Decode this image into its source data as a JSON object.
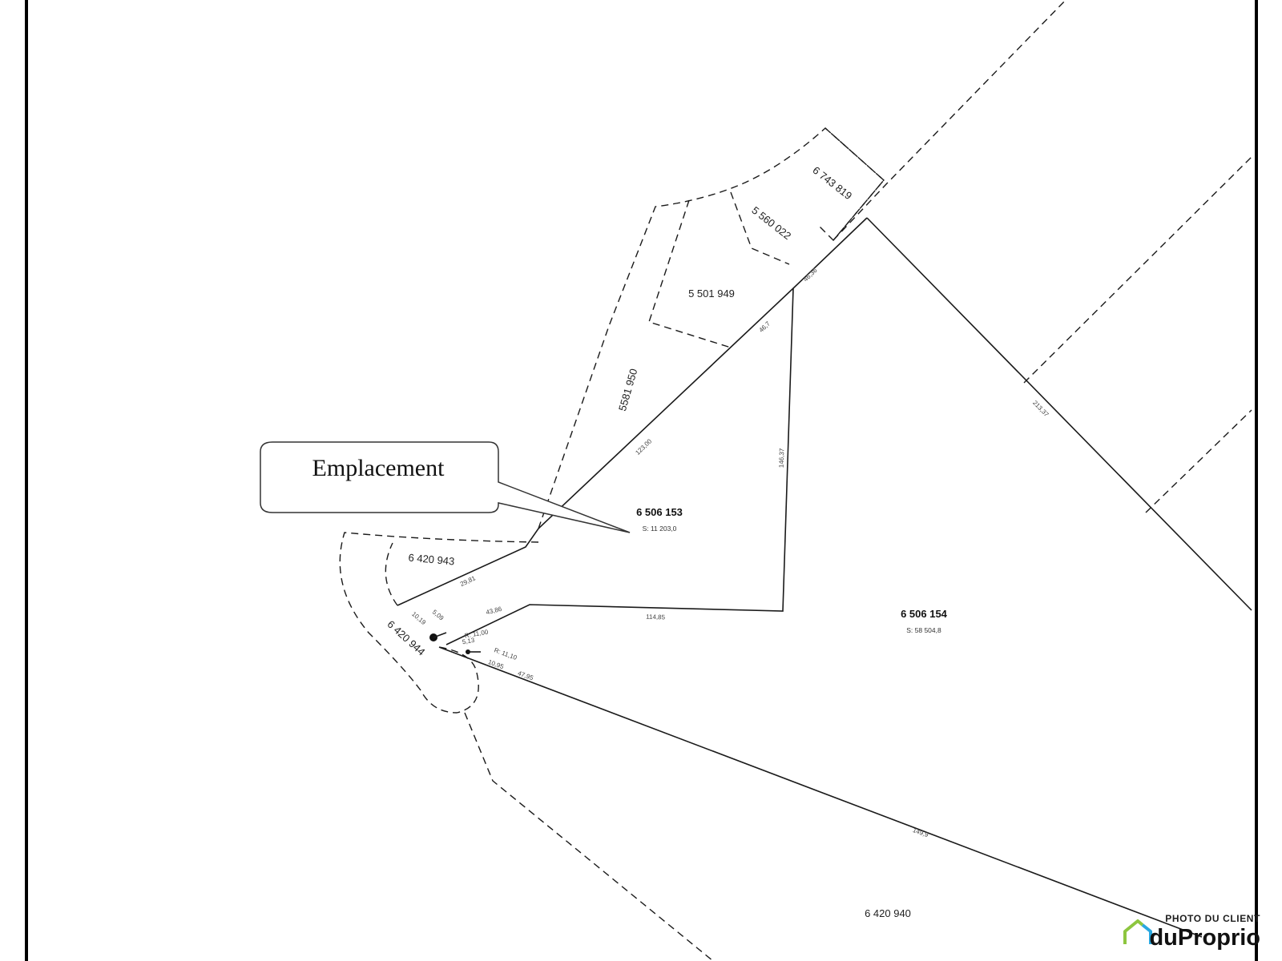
{
  "callout": {
    "text": "Emplacement"
  },
  "lots": {
    "lot_6506153": {
      "number": "6 506 153",
      "area": "S: 11 203,0"
    },
    "lot_6506154": {
      "number": "6 506 154",
      "area": "S: 58 504,8"
    },
    "lot_6420940": {
      "number": "6 420 940"
    },
    "lot_6420943": {
      "number": "6 420 943"
    },
    "lot_6420944": {
      "number": "6 420 944"
    },
    "lot_5581950": {
      "number": "5581 950"
    },
    "lot_5501949": {
      "number": "5 501 949"
    },
    "lot_5560022": {
      "number": "5 560 022"
    },
    "lot_6743819": {
      "number": "6 743 819"
    }
  },
  "measurements": {
    "m_north_short": "46,36",
    "m_north_mid": "46,7",
    "m_diag_long": "123,00",
    "m_east_vert": "146,37",
    "m_lower_seg": "29,81",
    "m_bottom_horiz": "114,85",
    "m_bottom_short": "43,86",
    "m_small_1": "10,19",
    "m_small_2": "5,09",
    "m_small_3": "R: 11,00",
    "m_small_4": "5,13",
    "m_small_5": "R: 11,10",
    "m_small_6": "10,95",
    "m_small_7": "47,95",
    "m_diag_ne": "213,37",
    "m_long_se": "149,9"
  },
  "watermark": {
    "caption": "PHOTO DU CLIENT",
    "brand": "duProprio",
    "colors": {
      "house_green": "#8dc63f",
      "house_blue": "#29a8e0",
      "brand_text": "#111111"
    }
  }
}
